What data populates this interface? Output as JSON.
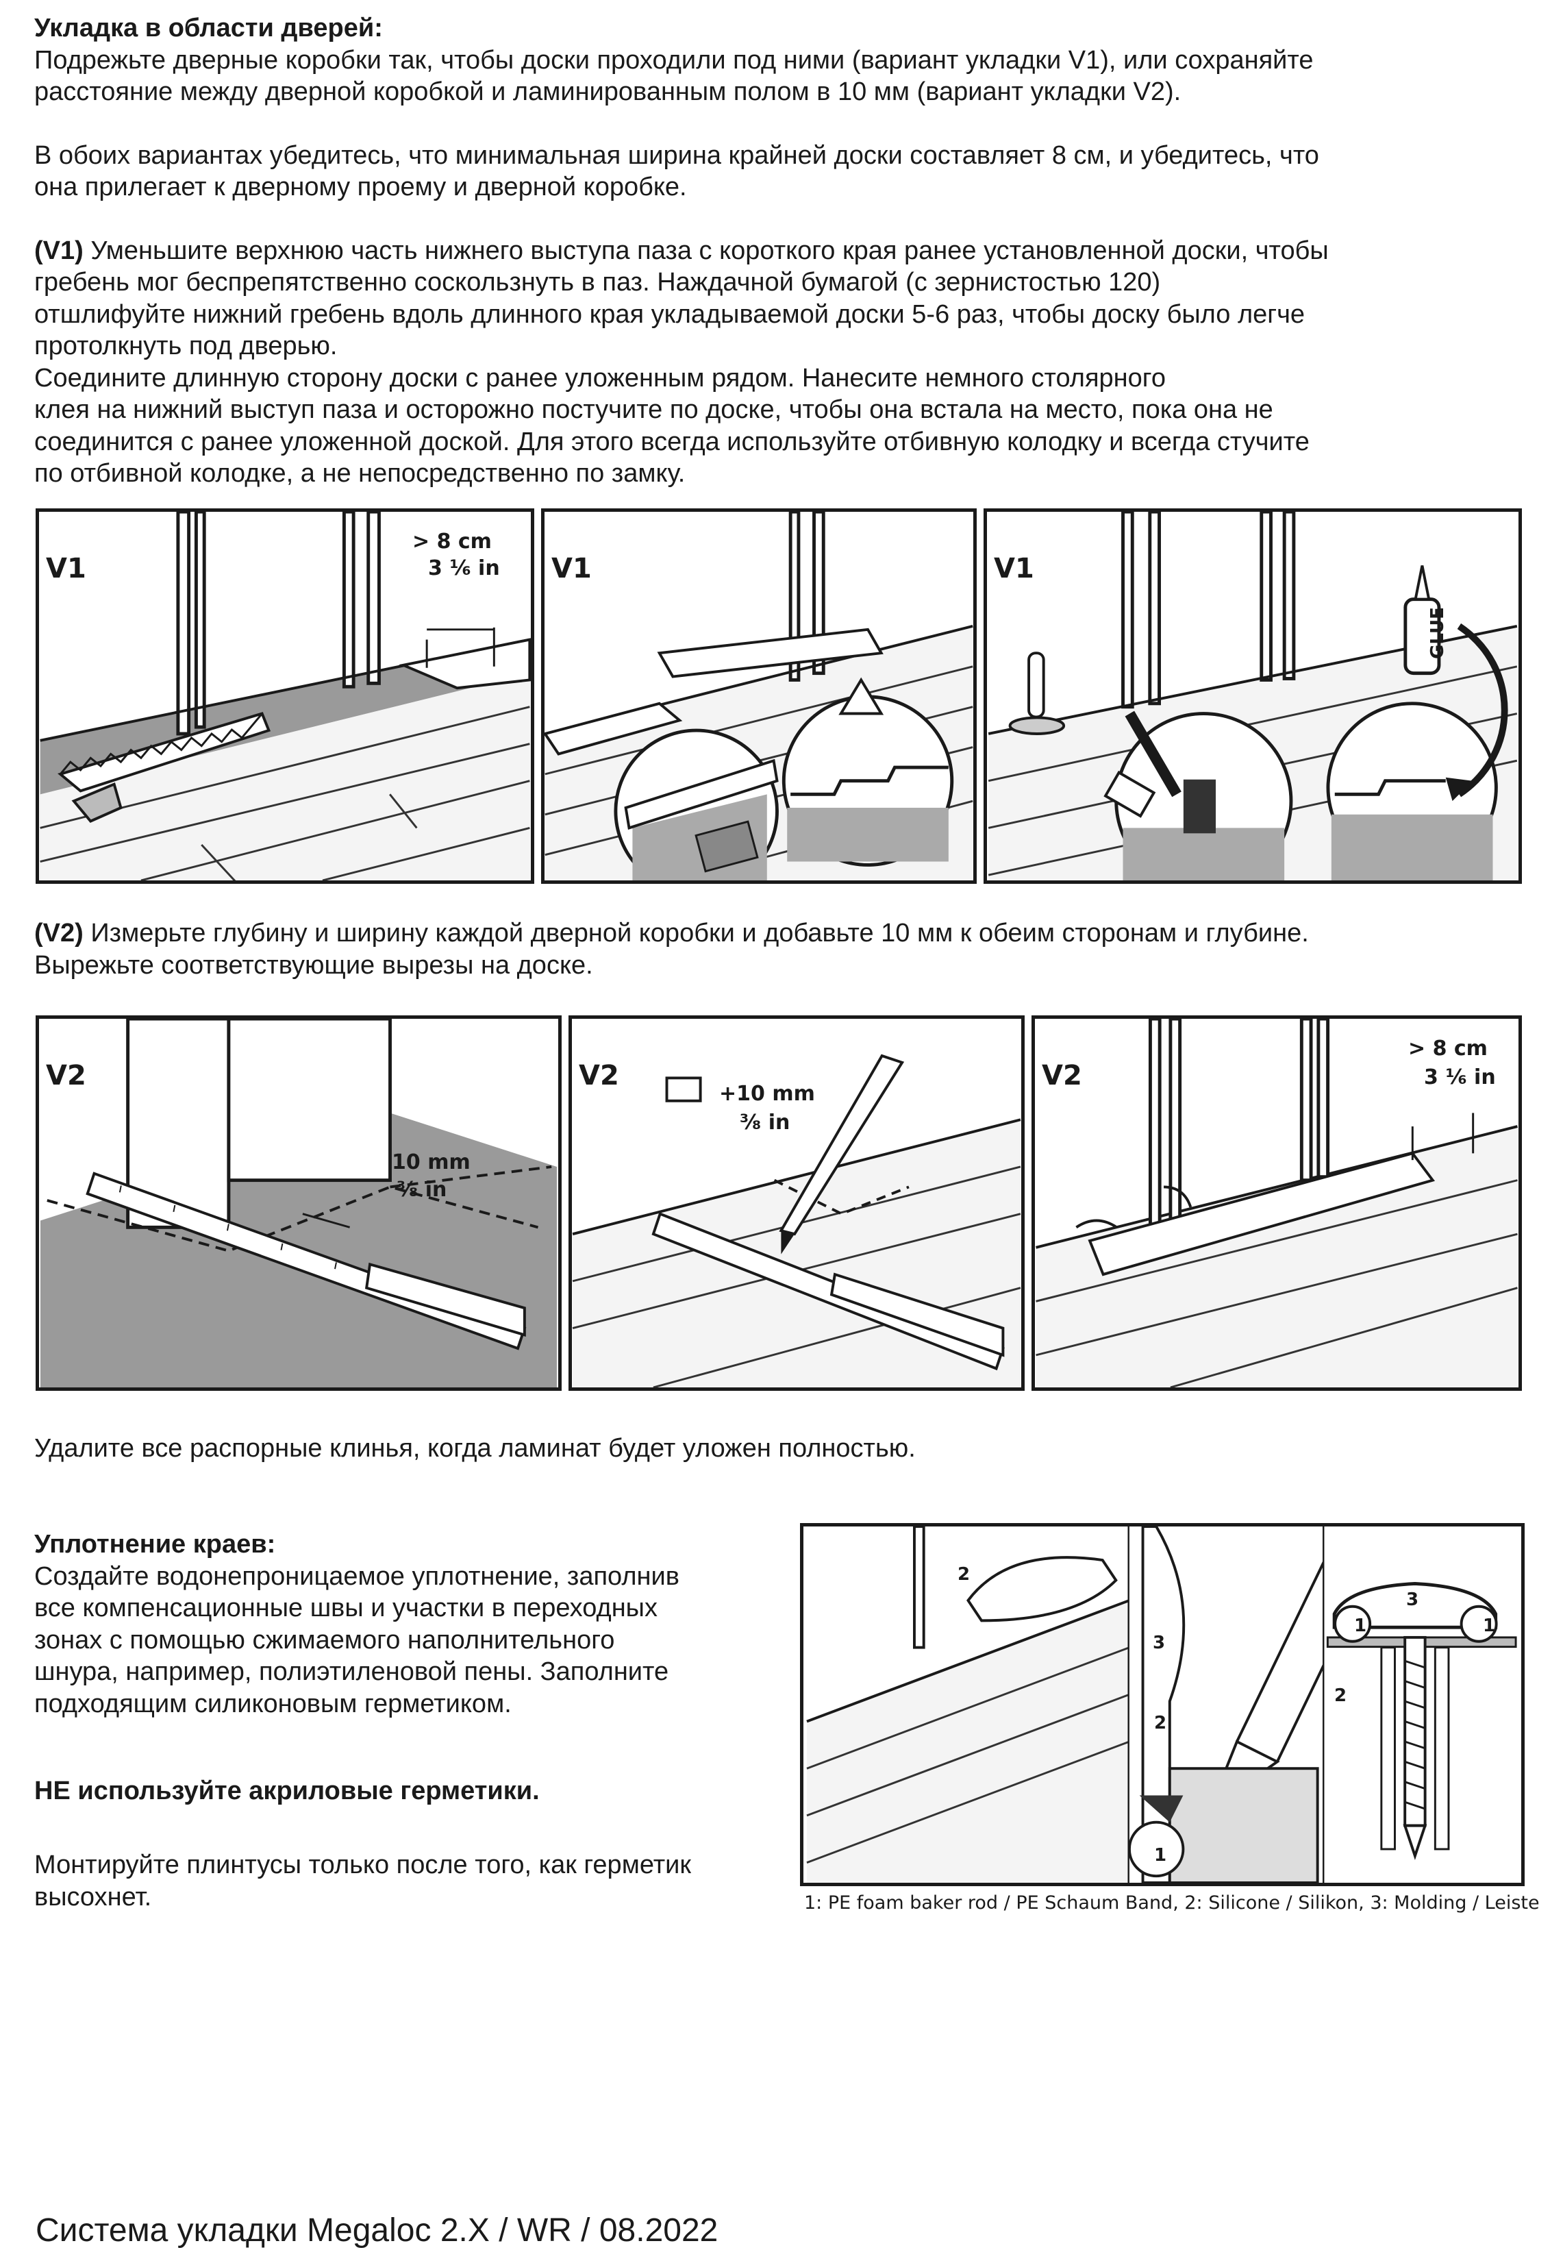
{
  "door_section": {
    "heading": "Укладка в области дверей:",
    "intro_lines": [
      "Подрежьте дверные коробки так, чтобы доски проходили под ними (вариант укладки V1), или сохраняйте",
      "расстояние между дверной коробкой и ламинированным полом в 10 мм (вариант укладки V2)."
    ],
    "width_lines": [
      "В обоих вариантах убедитесь, что минимальная ширина крайней доски составляет 8 см, и убедитесь, что",
      "она прилегает к дверному проему и дверной коробке."
    ],
    "v1_label": "(V1)",
    "v1_lines": [
      " Уменьшите верхнюю часть нижнего выступа паза с короткого края ранее установленной доски, чтобы",
      "гребень мог беспрепятственно соскользнуть в паз. Наждачной бумагой (с зернистостью 120)",
      "отшлифуйте нижний гребень вдоль длинного края укладываемой доски 5-6 раз, чтобы доску было легче",
      "протолкнуть под дверью.",
      "Соедините длинную сторону доски с ранее уложенным рядом. Нанесите немного столярного",
      "клея на нижний выступ паза и осторожно постучите по доске, чтобы она встала на место, пока она не",
      "соединится с ранее уложенной доской. Для этого всегда используйте отбивную колодку и всегда стучите",
      "по отбивной колодке, а не непосредственно по замку."
    ],
    "v2_label": "(V2)",
    "v2_lines": [
      " Измерьте глубину и ширину каждой дверной коробки и добавьте 10 мм к обеим сторонам и глубине.",
      "Вырежьте соответствующие вырезы на доске."
    ],
    "remove_wedges": "Удалите все распорные клинья, когда ламинат будет уложен полностью."
  },
  "v1_panels": [
    {
      "label": "V1",
      "dim_cm": "> 8 cm",
      "dim_in": "3 ¹⁄₆ in"
    },
    {
      "label": "V1"
    },
    {
      "label": "V1",
      "bottle_text": "GLUE"
    }
  ],
  "v2_panels": [
    {
      "label": "V2",
      "dim_mm": "10 mm",
      "dim_in": "³⁄₈ in"
    },
    {
      "label": "V2",
      "dim_mm": "+10 mm",
      "dim_in": "³⁄₈ in"
    },
    {
      "label": "V2",
      "dim_cm": "> 8 cm",
      "dim_in": "3 ¹⁄₆ in"
    }
  ],
  "sealing_section": {
    "heading": "Уплотнение краев:",
    "body_lines": [
      "Создайте водонепроницаемое уплотнение, заполнив",
      "все компенсационные швы и участки в переходных",
      "зонах с помощью сжимаемого наполнительного",
      "шнура, например, полиэтиленовой пены. Заполните",
      "подходящим силиконовым герметиком."
    ],
    "warning": "НЕ используйте акриловые герметики.",
    "mount_lines": [
      "Монтируйте плинтусы только после того, как герметик",
      "высохнет."
    ]
  },
  "seal_figure": {
    "callouts": {
      "one": "1",
      "two": "2",
      "three": "3"
    },
    "legend": "1: PE foam baker rod / PE Schaum Band, 2: Silicone / Silikon, 3: Molding / Leiste"
  },
  "footer": "Система укладки Megaloc 2.X / WR / 08.2022"
}
